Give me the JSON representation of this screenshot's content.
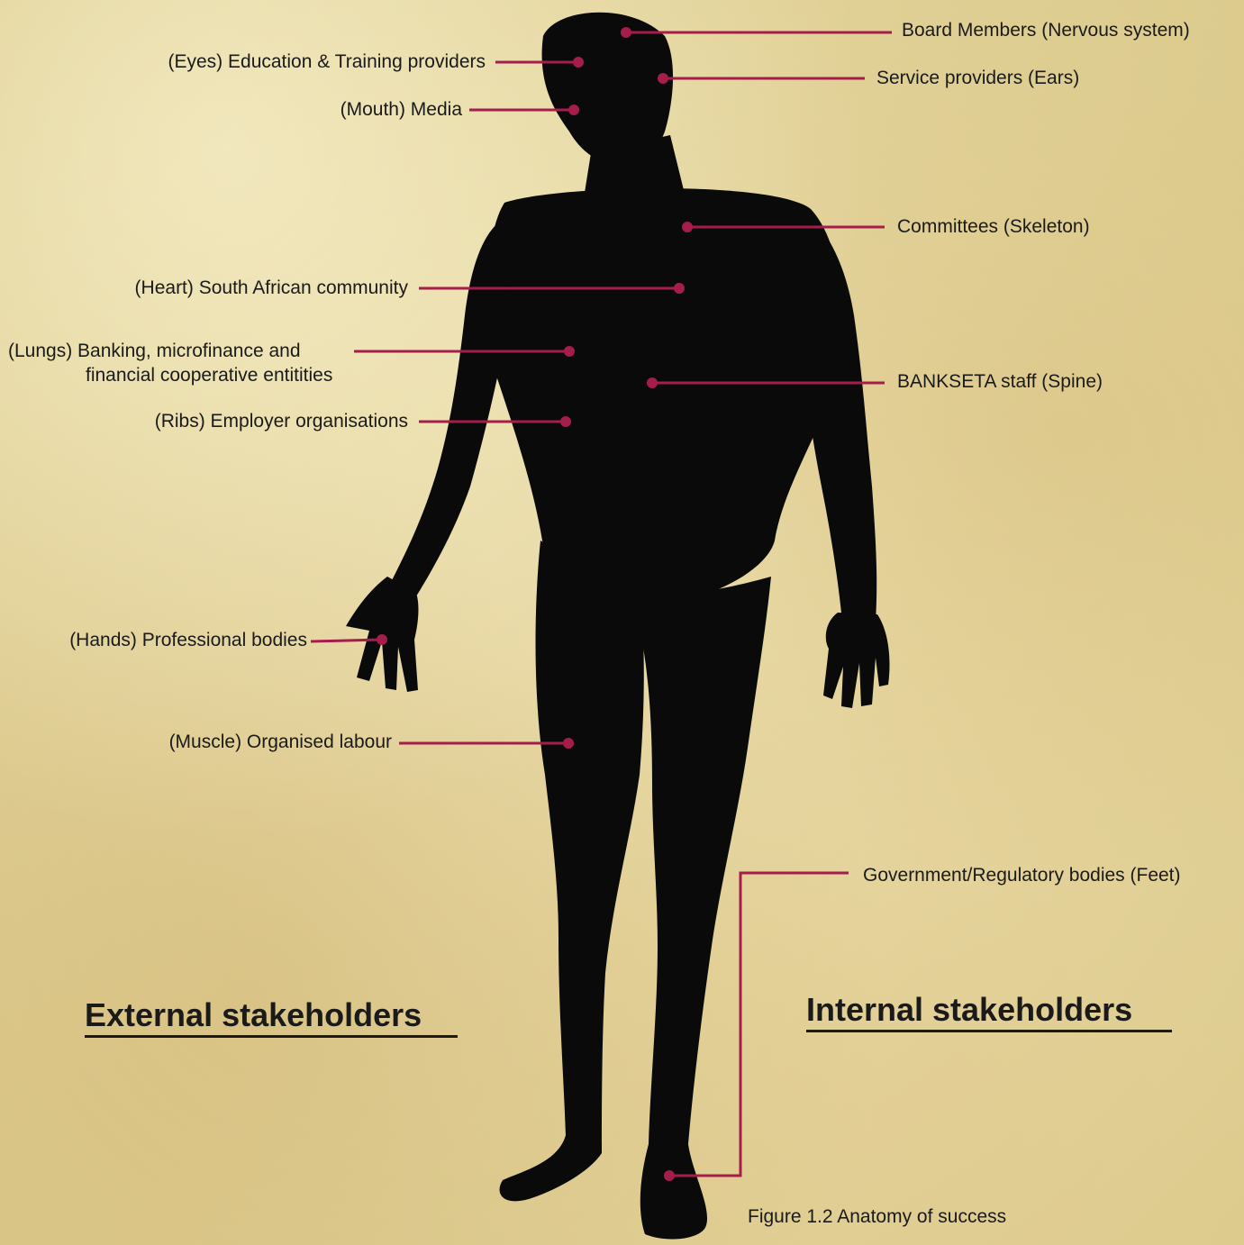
{
  "labels": {
    "board_members": "Board Members (Nervous system)",
    "eyes": "(Eyes) Education & Training providers",
    "ears": "Service providers (Ears)",
    "mouth": "(Mouth) Media",
    "committees": "Committees (Skeleton)",
    "heart": "(Heart) South African community",
    "lungs_line1": "(Lungs) Banking, microfinance and",
    "lungs_line2": "financial cooperative entitities",
    "spine": "BANKSETA staff (Spine)",
    "ribs": "(Ribs) Employer organisations",
    "hands": "(Hands) Professional bodies",
    "muscle": "(Muscle) Organised labour",
    "feet": "Government/Regulatory bodies (Feet)"
  },
  "headings": {
    "external": "External stakeholders",
    "internal": "Internal stakeholders"
  },
  "caption": "Figure 1.2 Anatomy of success",
  "colors": {
    "leader": "#a51d4a",
    "silhouette": "#0a0a0a",
    "paper": "#e6d9a6"
  }
}
